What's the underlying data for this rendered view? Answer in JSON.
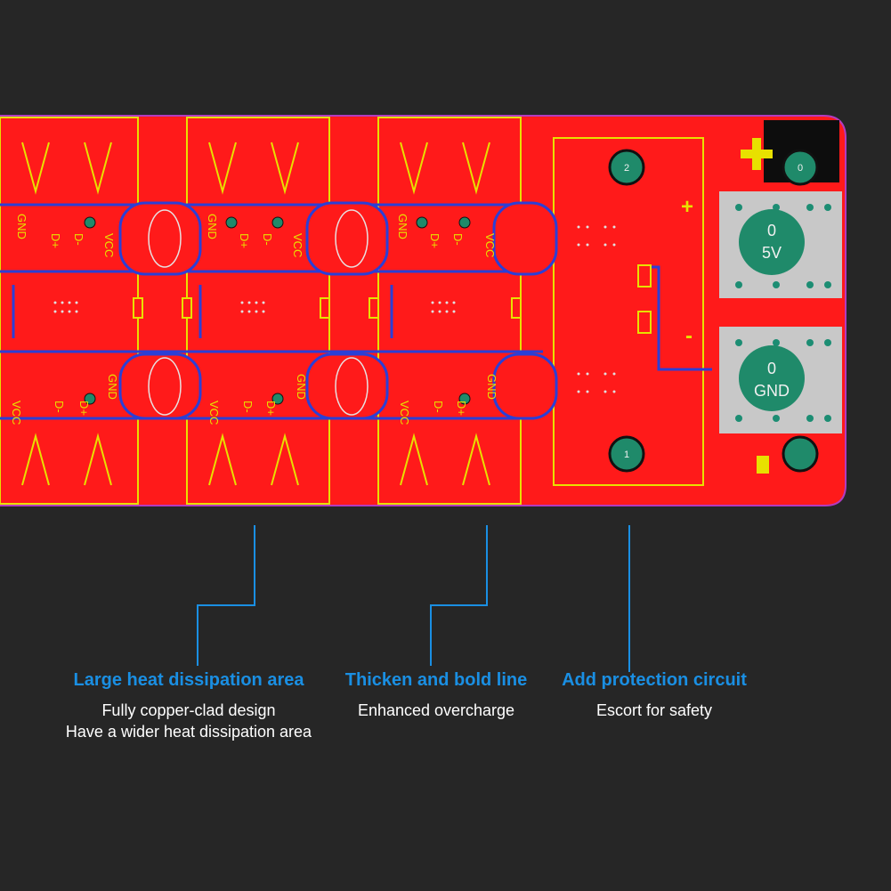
{
  "board": {
    "pin_labels": [
      "GND",
      "D+",
      "D-",
      "VCC"
    ],
    "plus_symbol": "+",
    "minus_symbol": "-",
    "pad_top_label": "5V",
    "pad_bottom_label": "GND",
    "pad_number": "0",
    "hole_labels": [
      "2",
      "1",
      "0"
    ],
    "colors": {
      "background": "#262626",
      "copper": "#ff1a1a",
      "silkscreen": "#e8e000",
      "trace": "#2b3fd6",
      "via": "#1f8a6a",
      "pad": "#c8c8c8",
      "outline": "#b33bbf"
    }
  },
  "features": [
    {
      "title": "Large heat dissipation area",
      "lines": [
        "Fully copper-clad design",
        "Have a wider heat dissipation area"
      ]
    },
    {
      "title": "Thicken and bold line",
      "lines": [
        "Enhanced overcharge"
      ]
    },
    {
      "title": "Add protection circuit",
      "lines": [
        "Escort for safety"
      ]
    }
  ]
}
